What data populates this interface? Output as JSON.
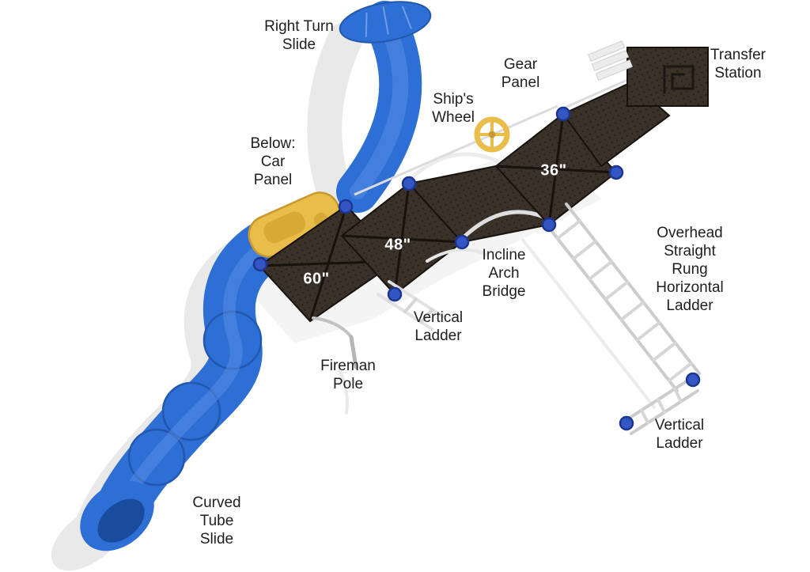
{
  "colors": {
    "slide_blue": "#2e6fd6",
    "slide_blue_dark": "#1a4c9e",
    "slide_highlight": "#5a8fe6",
    "deck_dark": "#3a3129",
    "deck_dot": "#231c16",
    "panel_yellow": "#e9bd4a",
    "panel_yellow_dark": "#c9992f",
    "ladder_gray": "#cccccc",
    "shadow_gray": "#e2e2e2",
    "connector_blue": "#3356c4",
    "label_text": "#1e1e1e",
    "deck_label_text": "#ffffff"
  },
  "labels": {
    "right_turn_slide": "Right Turn\nSlide",
    "gear_panel": "Gear\nPanel",
    "transfer_station": "Transfer\nStation",
    "ships_wheel": "Ship's\nWheel",
    "below_car_panel": "Below:\nCar\nPanel",
    "incline_arch_bridge": "Incline\nArch\nBridge",
    "overhead_ladder": "Overhead\nStraight\nRung\nHorizontal\nLadder",
    "vertical_ladder_mid": "Vertical\nLadder",
    "fireman_pole": "Fireman\nPole",
    "vertical_ladder_right": "Vertical\nLadder",
    "curved_tube_slide": "Curved\nTube\nSlide"
  },
  "deck_heights": {
    "d36": "36\"",
    "d48": "48\"",
    "d60": "60\""
  }
}
